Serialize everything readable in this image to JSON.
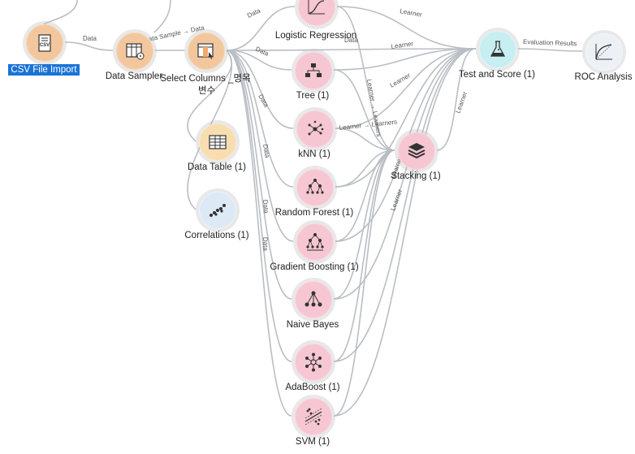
{
  "widgets": {
    "csv_import": {
      "label": "CSV File Import",
      "icon": "csv-file-icon"
    },
    "data_sampler": {
      "label": "Data Sampler",
      "icon": "data-sampler-icon"
    },
    "select_columns": {
      "label": "Select Columns",
      "label_suffix": "_명목",
      "label_second_line": "변수",
      "icon": "select-columns-icon"
    },
    "data_table": {
      "label": "Data Table (1)",
      "icon": "table-icon"
    },
    "correlations": {
      "label": "Correlations (1)",
      "icon": "correlations-icon"
    },
    "logistic_regression": {
      "label": "Logistic Regression",
      "icon": "logistic-curve-icon"
    },
    "tree": {
      "label": "Tree (1)",
      "icon": "tree-icon"
    },
    "knn": {
      "label": "kNN (1)",
      "icon": "knn-icon"
    },
    "random_forest": {
      "label": "Random Forest (1)",
      "icon": "forest-icon"
    },
    "gradient_boosting": {
      "label": "Gradient Boosting (1)",
      "icon": "boosting-icon"
    },
    "naive_bayes": {
      "label": "Naive Bayes",
      "icon": "naive-bayes-icon"
    },
    "adaboost": {
      "label": "AdaBoost (1)",
      "icon": "adaboost-icon"
    },
    "svm": {
      "label": "SVM (1)",
      "icon": "svm-icon"
    },
    "stacking": {
      "label": "Stacking (1)",
      "icon": "stacking-icon"
    },
    "test_and_score": {
      "label": "Test and Score (1)",
      "icon": "flask-icon"
    },
    "roc_analysis": {
      "label": "ROC Analysis",
      "icon": "roc-curve-icon"
    }
  },
  "edge_labels": {
    "data": "Data",
    "learner": "Learner",
    "sample_data": "Data Sample → Data",
    "learner_learners": "Learner → Learners",
    "evaluation_results": "Evaluation Results"
  },
  "colors": {
    "link": "#b9bec4",
    "selected_label_bg": "#1a73d6",
    "learner_node": "#f6c6d2",
    "data_node": "#f3c79d"
  }
}
